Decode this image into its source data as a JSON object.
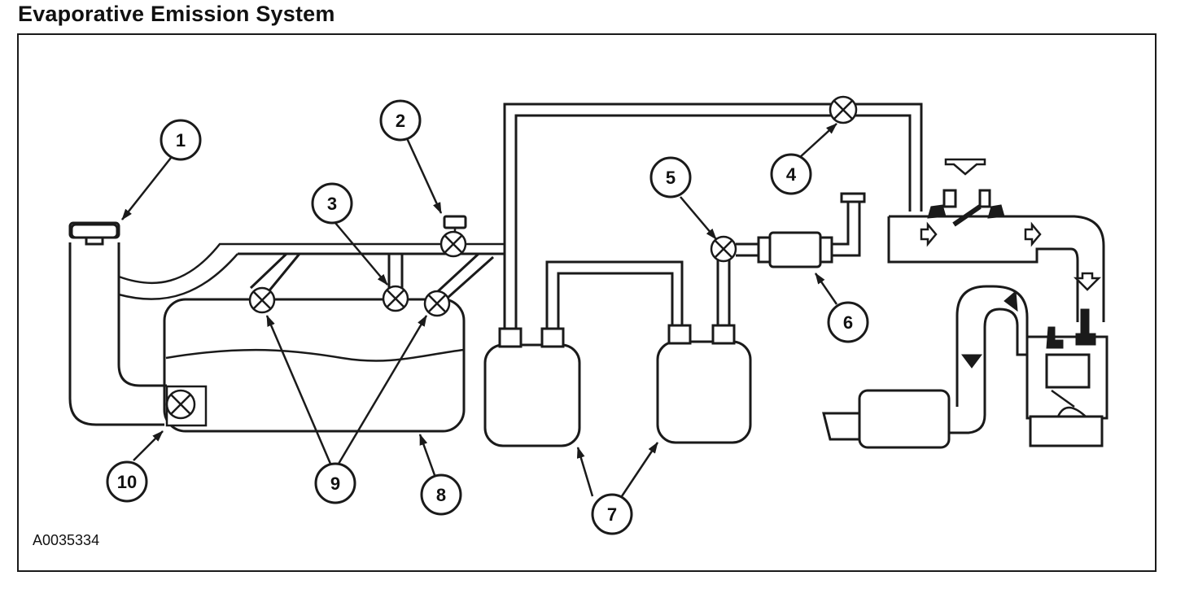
{
  "title": "Evaporative Emission System",
  "figure_id": "A0035334",
  "callouts": [
    "1",
    "2",
    "3",
    "4",
    "5",
    "6",
    "7",
    "8",
    "9",
    "10"
  ]
}
